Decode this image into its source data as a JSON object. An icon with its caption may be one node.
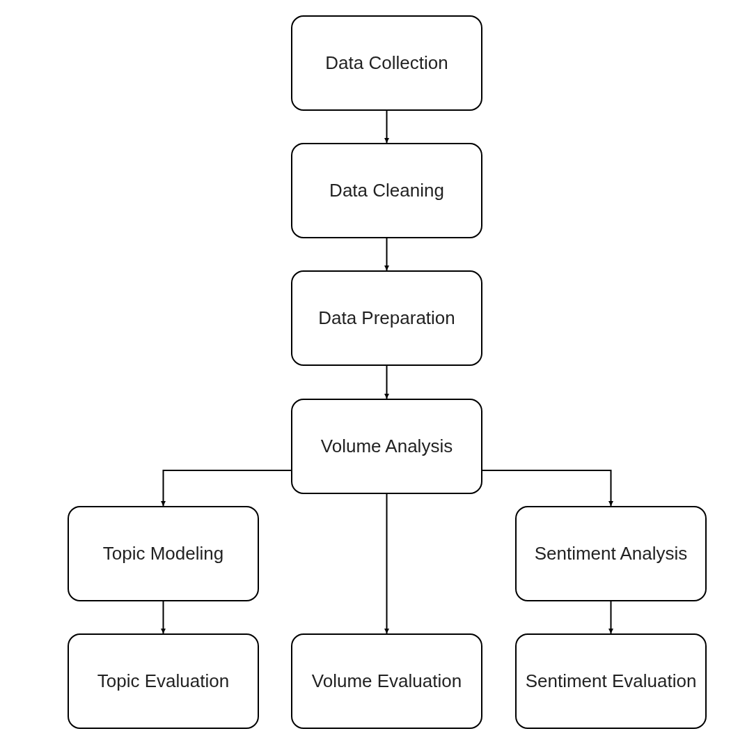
{
  "diagram": {
    "nodes": [
      {
        "text": [
          "Data Collection"
        ]
      },
      {
        "text": [
          "Data Cleaning"
        ]
      },
      {
        "text": [
          "Data Preparation"
        ]
      },
      {
        "text": [
          "Volume Analysis"
        ]
      },
      {
        "text": [
          "Topic Modeling"
        ]
      },
      {
        "text": [
          "Sentiment Analysis"
        ]
      },
      {
        "text": [
          "Topic Evaluation"
        ]
      },
      {
        "text": [
          "Volume Evaluation"
        ]
      },
      {
        "text": [
          "Sentiment Evaluation"
        ]
      }
    ],
    "edges": [
      {
        "from": 0,
        "to": 1,
        "arrow": "to"
      },
      {
        "from": 1,
        "to": 2,
        "arrow": "to"
      },
      {
        "from": 2,
        "to": 3,
        "arrow": "to"
      },
      {
        "from": 3,
        "to": 4,
        "arrow": "to"
      },
      {
        "from": 3,
        "to": 7,
        "arrow": "to"
      },
      {
        "from": 3,
        "to": 5,
        "arrow": "to"
      },
      {
        "from": 4,
        "to": 6,
        "arrow": "to"
      },
      {
        "from": 5,
        "to": 8,
        "arrow": "to"
      }
    ]
  }
}
